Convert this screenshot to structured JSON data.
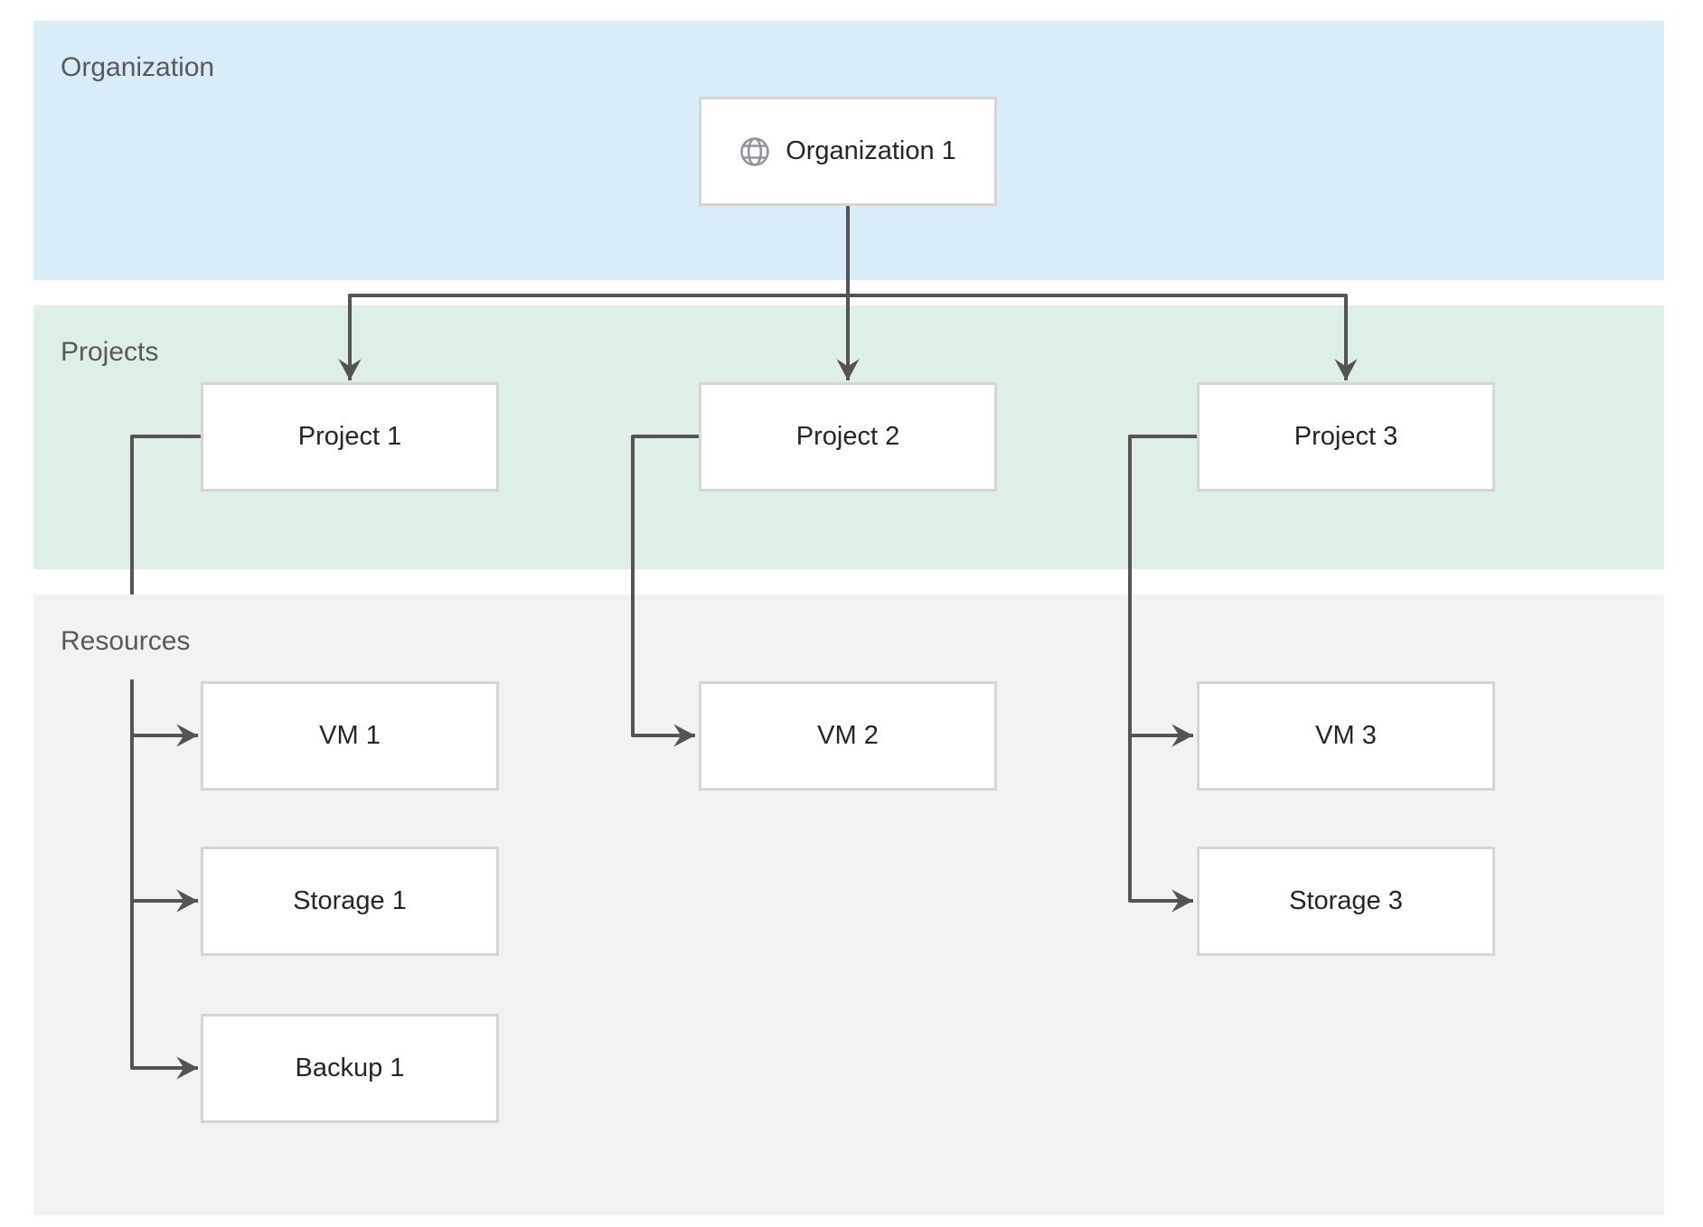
{
  "diagram": {
    "bands": [
      {
        "id": "organization",
        "label": "Organization"
      },
      {
        "id": "projects",
        "label": "Projects"
      },
      {
        "id": "resources",
        "label": "Resources"
      }
    ],
    "nodes": {
      "org1": {
        "label": "Organization 1",
        "icon": "globe-icon"
      },
      "project1": {
        "label": "Project 1"
      },
      "project2": {
        "label": "Project 2"
      },
      "project3": {
        "label": "Project 3"
      },
      "vm1": {
        "label": "VM 1"
      },
      "storage1": {
        "label": "Storage 1"
      },
      "backup1": {
        "label": "Backup 1"
      },
      "vm2": {
        "label": "VM 2"
      },
      "vm3": {
        "label": "VM 3"
      },
      "storage3": {
        "label": "Storage 3"
      }
    },
    "colors": {
      "organization_band": "#d9edf9",
      "projects_band": "#def0e5",
      "resources_band": "#f2f2f2",
      "node_fill": "#ffffff",
      "node_border": "#d5d5d5",
      "node_text": "#262626",
      "band_label_text": "#595959",
      "connector": "#545454",
      "globe_icon": "#90959b"
    }
  }
}
